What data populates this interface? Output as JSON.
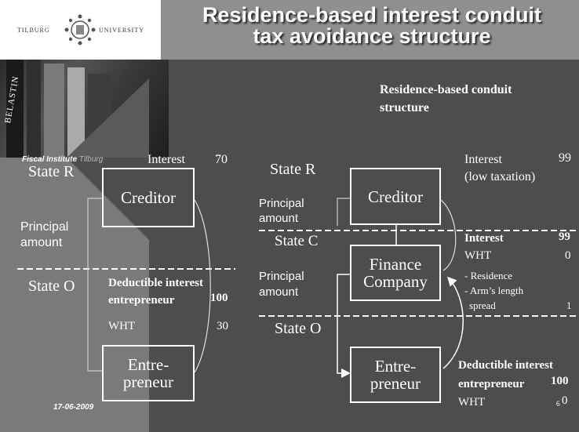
{
  "header": {
    "logo_left": "TILBURG",
    "logo_right": "UNIVERSITY",
    "title_line1": "Residence-based interest conduit",
    "title_line2": "tax avoidance structure"
  },
  "sidebar": {
    "fiscal_institute_a": "Fiscal Institute",
    "fiscal_institute_b": "Tilburg",
    "date": "17-06-2009",
    "book_spine": "BELASTIN"
  },
  "left_diagram": {
    "state_r": "State R",
    "interest_label": "Interest",
    "interest_value": "70",
    "creditor": "Creditor",
    "principal_label_1": "Principal",
    "principal_label_2": "amount",
    "state_o": "State O",
    "deductible_1": "Deductible interest",
    "deductible_2": "entrepreneur",
    "deductible_value": "100",
    "wht_label": "WHT",
    "wht_value": "30",
    "entrepreneur_1": "Entre-",
    "entrepreneur_2": "preneur"
  },
  "right_diagram": {
    "heading_1": "Residence-based conduit",
    "heading_2": "structure",
    "state_r": "State R",
    "interest_label": "Interest",
    "interest_value": "99",
    "interest_note": "(low taxation)",
    "principal_top_1": "Principal",
    "principal_top_2": "amount",
    "creditor": "Creditor",
    "state_c": "State C",
    "c_interest_label": "Interest",
    "c_interest_value": "99",
    "c_wht_label": "WHT",
    "c_wht_value": "0",
    "c_residence": "- Residence",
    "c_arms_length": "- Arm’s length",
    "c_spread": "spread",
    "c_spread_value": "1",
    "finance_1": "Finance",
    "finance_2": "Company",
    "principal_mid_1": "Principal",
    "principal_mid_2": "amount",
    "state_o": "State O",
    "entrepreneur_1": "Entre-",
    "entrepreneur_2": "preneur",
    "deductible_1": "Deductible interest",
    "deductible_2": "entrepreneur",
    "deductible_value": "100",
    "wht_label": "WHT",
    "wht_value": "0",
    "page_number": "6"
  }
}
